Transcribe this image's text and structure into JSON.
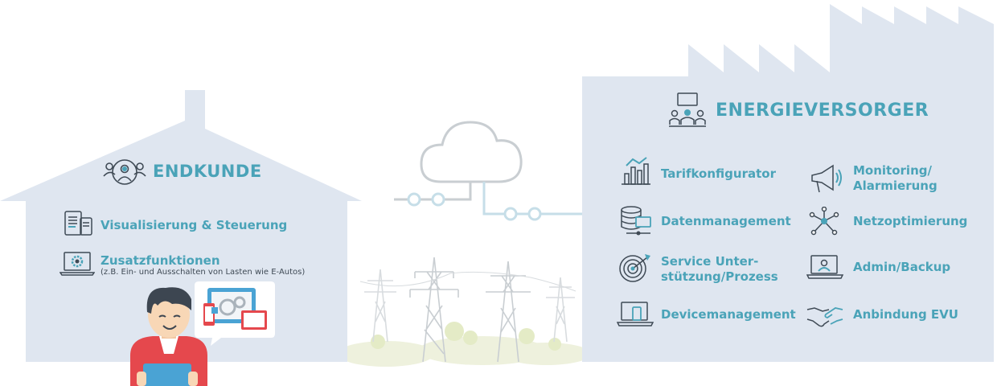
{
  "endkunde": {
    "title": "ENDKUNDE",
    "items": [
      {
        "icon": "devices-icon",
        "label": "Visualisierung & Steuerung"
      },
      {
        "icon": "laptop-gear-icon",
        "label": "Zusatzfunktionen",
        "detail": "(z.B. Ein- und Ausschalten von Lasten wie E-Autos)"
      }
    ]
  },
  "energieversorger": {
    "title": "ENERGIEVERSORGER",
    "left": [
      {
        "icon": "bar-chart-icon",
        "label": "Tarifkonfigurator"
      },
      {
        "icon": "database-icon",
        "label": "Datenmanagement"
      },
      {
        "icon": "target-icon",
        "label": "Service Unter-\nstützung/Prozess"
      },
      {
        "icon": "laptop-phone-icon",
        "label": "Devicemanagement"
      }
    ],
    "right": [
      {
        "icon": "megaphone-icon",
        "label": "Monitoring/\nAlarmierung"
      },
      {
        "icon": "network-icon",
        "label": "Netzoptimierung"
      },
      {
        "icon": "admin-laptop-icon",
        "label": "Admin/Backup"
      },
      {
        "icon": "handshake-icon",
        "label": "Anbindung EVU"
      }
    ]
  },
  "colors": {
    "accent": "#4aa3b8",
    "panel": "#dfe6f0",
    "icon_stroke": "#3f4a55",
    "person_shirt": "#e5484d",
    "device_blue": "#4aa3d4"
  }
}
